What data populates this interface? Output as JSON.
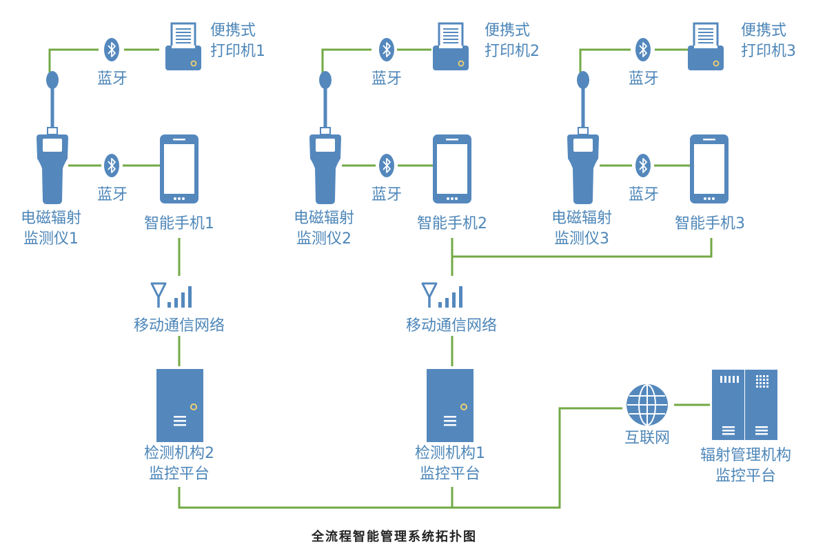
{
  "labels": {
    "bluetooth": "蓝牙",
    "printer1": [
      "便携式",
      "打印机1"
    ],
    "printer2": [
      "便携式",
      "打印机2"
    ],
    "printer3": [
      "便携式",
      "打印机3"
    ],
    "monitor1": [
      "电磁辐射",
      "监测仪1"
    ],
    "monitor2": [
      "电磁辐射",
      "监测仪2"
    ],
    "monitor3": [
      "电磁辐射",
      "监测仪3"
    ],
    "phone1": "智能手机1",
    "phone2": "智能手机2",
    "phone3": "智能手机3",
    "mobile_network": "移动通信网络",
    "inspection2": [
      "检测机构2",
      "监控平台"
    ],
    "inspection1": [
      "检测机构1",
      "监控平台"
    ],
    "internet": "互联网",
    "radiation_agency": [
      "辐射管理机构",
      "监控平台"
    ]
  },
  "caption": "全流程智能管理系统拓扑图",
  "colors": {
    "icon": "#5488bd",
    "line": "#72a844",
    "text": "#4d86b8"
  }
}
